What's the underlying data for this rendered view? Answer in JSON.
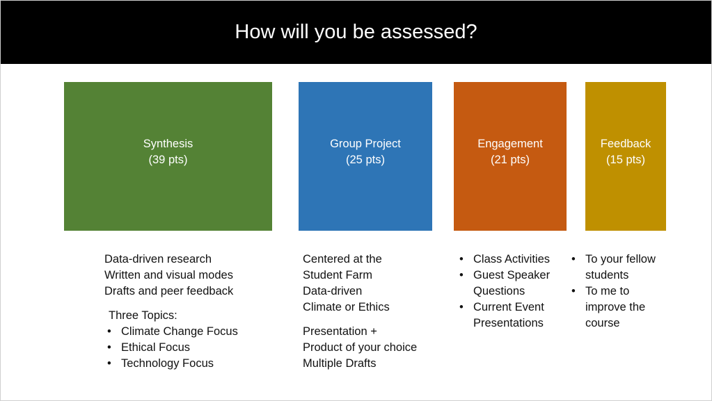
{
  "title": "How will you be assessed?",
  "colors": {
    "synthesis": "#548235",
    "group": "#2E75B6",
    "engagement": "#C55A11",
    "feedback": "#BF9000"
  },
  "boxes": [
    {
      "name": "Synthesis",
      "points": "(39 pts)"
    },
    {
      "name": "Group Project",
      "points": "(25 pts)"
    },
    {
      "name": "Engagement",
      "points": "(21 pts)"
    },
    {
      "name": "Feedback",
      "points": "(15 pts)"
    }
  ],
  "synthesis": {
    "lines": [
      "Data-driven research",
      "Written and visual modes",
      "Drafts and peer feedback"
    ],
    "topics_heading": "Three Topics:",
    "topics": [
      "Climate Change Focus",
      "Ethical Focus",
      "Technology Focus"
    ]
  },
  "group": {
    "lines": [
      "Centered at the",
      "Student Farm",
      "Data-driven",
      "Climate or Ethics"
    ],
    "lines2": [
      "Presentation +",
      "Product of your choice",
      "Multiple Drafts"
    ]
  },
  "engagement": {
    "bullets": [
      [
        "Class Activities"
      ],
      [
        "Guest Speaker",
        "Questions"
      ],
      [
        "Current Event",
        "Presentations"
      ]
    ]
  },
  "feedback": {
    "bullets": [
      [
        "To your fellow",
        "students"
      ],
      [
        "To me to",
        "improve the",
        "course"
      ]
    ]
  }
}
